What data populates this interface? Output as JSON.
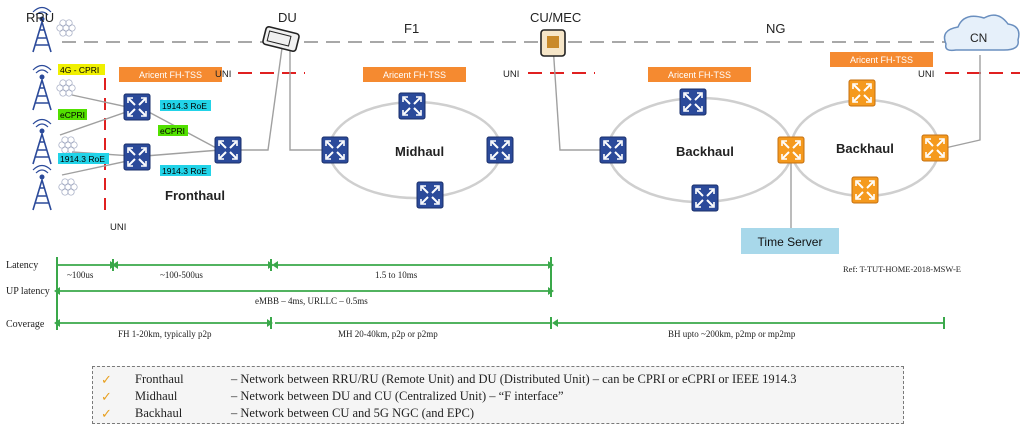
{
  "labels": {
    "rru": "RRU",
    "du": "DU",
    "f1": "F1",
    "cu_mec": "CU/MEC",
    "ng": "NG",
    "cn": "CN",
    "uni": "UNI",
    "aricent": "Aricent FH-TSS",
    "fronthaul": "Fronthaul",
    "midhaul": "Midhaul",
    "backhaul": "Backhaul",
    "time_server": "Time Server",
    "cpri_4g": "4G - CPRI",
    "ecpri": "eCPRI",
    "roe": "1914.3 RoE",
    "ref": "Ref: T-TUT-HOME-2018-MSW-E"
  },
  "metrics": {
    "latency": "Latency",
    "lat_1": "~100us",
    "lat_2": "~100-500us",
    "lat_3": "1.5 to 10ms",
    "up_latency": "UP latency",
    "up_value": "eMBB – 4ms, URLLC – 0.5ms",
    "coverage": "Coverage",
    "fh": "FH 1-20km, typically p2p",
    "mh": "MH 20-40km, p2p or p2mp",
    "bh": "BH  upto ~200km, p2mp or mp2mp"
  },
  "legend": [
    {
      "term": "Fronthaul",
      "desc": "– Network between RRU/RU (Remote Unit) and DU (Distributed Unit) – can be CPRI or eCPRI or IEEE 1914.3"
    },
    {
      "term": "Midhaul",
      "desc": "– Network between DU and CU (Centralized Unit) – “F interface”"
    },
    {
      "term": "Backhaul",
      "desc": "– Network between CU and 5G NGC (and EPC)"
    }
  ],
  "colors": {
    "switch_blue": "#2b4a9a",
    "switch_orange": "#f59a1e",
    "arrow_green": "#3aa84a",
    "uni_red": "#e02020",
    "tag_cyan": "#22d3e8",
    "tag_green": "#52e000",
    "tag_yellow": "#f0f000",
    "banner_orange": "#f58a30"
  }
}
